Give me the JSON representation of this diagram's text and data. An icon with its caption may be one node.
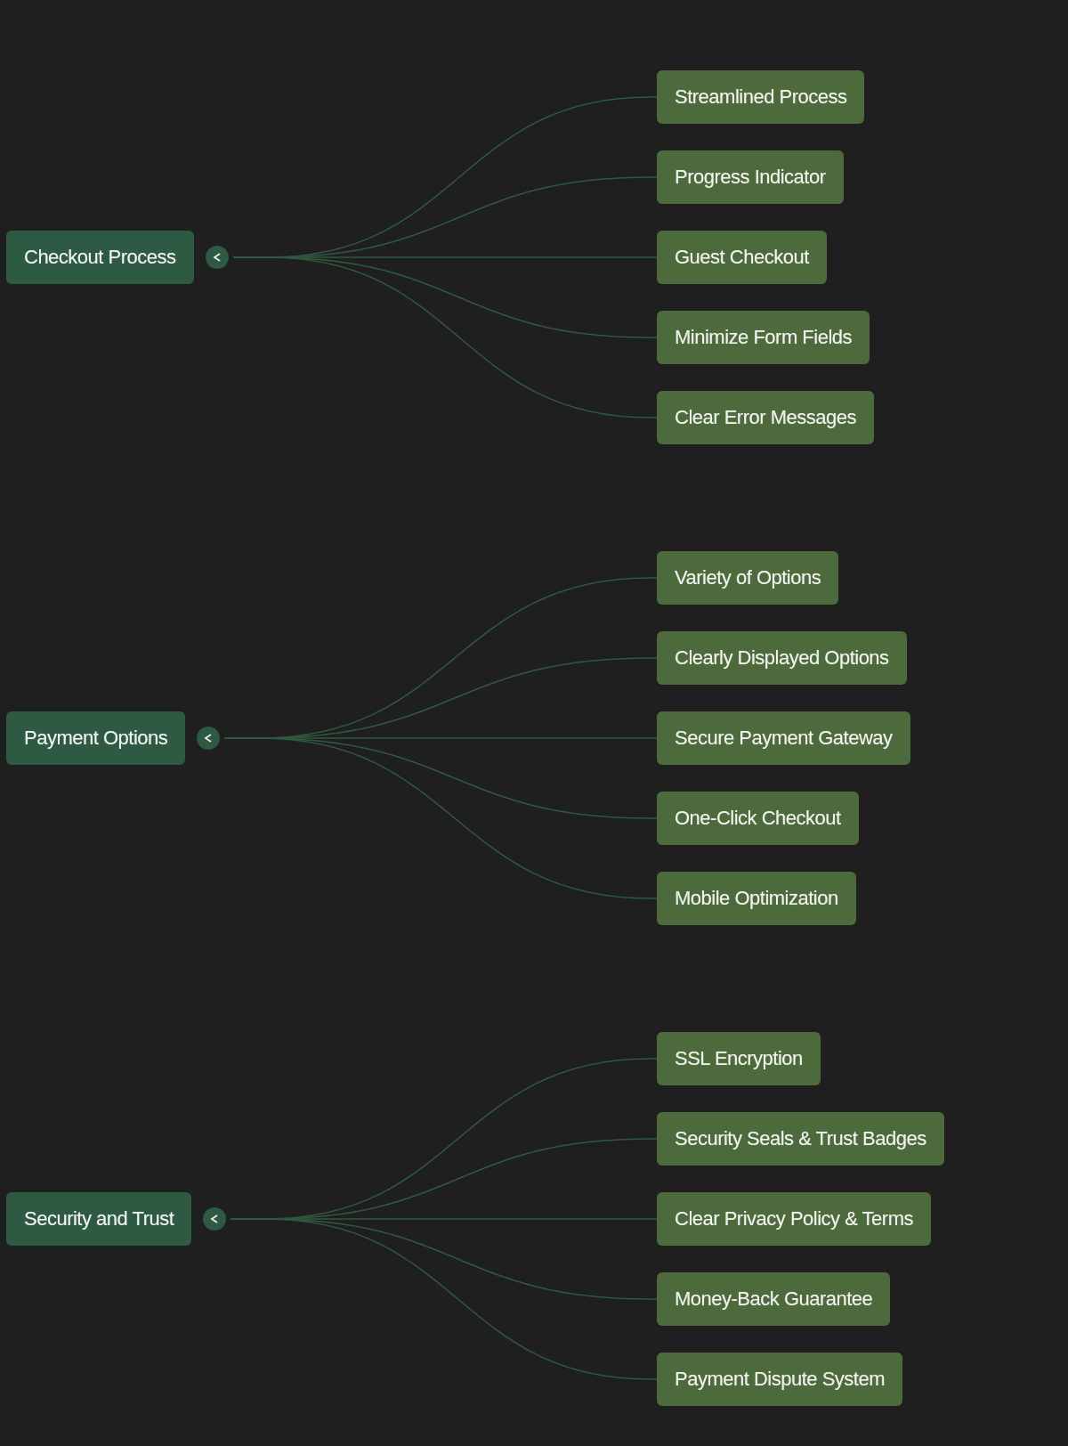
{
  "diagram": {
    "nodes": [
      {
        "text": [
          "Checkout Process"
        ]
      },
      {
        "text": [
          "Streamlined Process"
        ]
      },
      {
        "text": [
          "Progress Indicator"
        ]
      },
      {
        "text": [
          "Guest Checkout"
        ]
      },
      {
        "text": [
          "Minimize Form Fields"
        ]
      },
      {
        "text": [
          "Clear Error Messages"
        ]
      },
      {
        "text": [
          "Payment Options"
        ]
      },
      {
        "text": [
          "Variety of Options"
        ]
      },
      {
        "text": [
          "Clearly Displayed Options"
        ]
      },
      {
        "text": [
          "Secure Payment Gateway"
        ]
      },
      {
        "text": [
          "One-Click Checkout"
        ]
      },
      {
        "text": [
          "Mobile Optimization"
        ]
      },
      {
        "text": [
          "Security and Trust"
        ]
      },
      {
        "text": [
          "SSL Encryption"
        ]
      },
      {
        "text": [
          "Security Seals & Trust Badges"
        ]
      },
      {
        "text": [
          "Clear Privacy Policy & Terms"
        ]
      },
      {
        "text": [
          "Money-Back Guarantee"
        ]
      },
      {
        "text": [
          "Payment Dispute System"
        ]
      }
    ],
    "edges": [
      {
        "from": 0,
        "to": 1,
        "arrow": "none"
      },
      {
        "from": 0,
        "to": 2,
        "arrow": "none"
      },
      {
        "from": 0,
        "to": 3,
        "arrow": "none"
      },
      {
        "from": 0,
        "to": 4,
        "arrow": "none"
      },
      {
        "from": 0,
        "to": 5,
        "arrow": "none"
      },
      {
        "from": 6,
        "to": 7,
        "arrow": "none"
      },
      {
        "from": 6,
        "to": 8,
        "arrow": "none"
      },
      {
        "from": 6,
        "to": 9,
        "arrow": "none"
      },
      {
        "from": 6,
        "to": 10,
        "arrow": "none"
      },
      {
        "from": 6,
        "to": 11,
        "arrow": "none"
      },
      {
        "from": 12,
        "to": 13,
        "arrow": "none"
      },
      {
        "from": 12,
        "to": 14,
        "arrow": "none"
      },
      {
        "from": 12,
        "to": 15,
        "arrow": "none"
      },
      {
        "from": 12,
        "to": 16,
        "arrow": "none"
      },
      {
        "from": 12,
        "to": 17,
        "arrow": "none"
      }
    ]
  }
}
